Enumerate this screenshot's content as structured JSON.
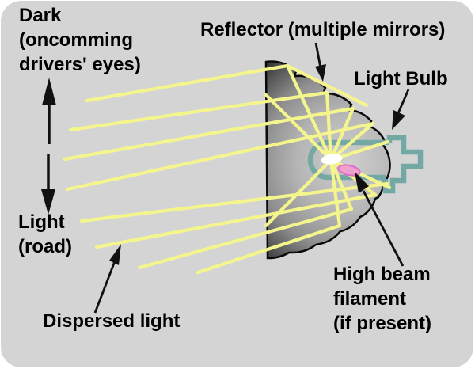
{
  "title": "Headlight reflector diagram",
  "labels": {
    "dark": {
      "lines": [
        "Dark",
        "(oncomming",
        "drivers' eyes)"
      ]
    },
    "reflector": {
      "text": "Reflector (multiple mirrors)"
    },
    "light_bulb": {
      "text": "Light Bulb"
    },
    "light_road": {
      "lines": [
        "Light",
        "(road)"
      ]
    },
    "dispersed": {
      "text": "Dispersed light"
    },
    "high_beam": {
      "lines": [
        "High beam",
        "filament",
        "(if present)"
      ]
    }
  },
  "colors": {
    "page_background": "#ffffff",
    "canvas_background": "#d4d4d4",
    "ray_yellow": "#f5f58e",
    "bulb_teal": "#74a8a4",
    "filament_white": "#ffffff",
    "filament_pink": "#ee93d6",
    "filament_pink_stroke": "#e26cc6",
    "reflector_gradient": [
      "#cfcfcf",
      "#b5b5b5",
      "#8f8f8f",
      "#4f4f4f",
      "#0a0a0a"
    ],
    "outline_black": "#0a0a0a",
    "text_black": "#000000"
  },
  "rays": {
    "output": [
      [
        110,
        127,
        363,
        83
      ],
      [
        89,
        164,
        413,
        117
      ],
      [
        82,
        201,
        446,
        137
      ],
      [
        85,
        239,
        471,
        156
      ],
      [
        103,
        279,
        489,
        232
      ],
      [
        122,
        312,
        474,
        246
      ],
      [
        176,
        338,
        444,
        264
      ],
      [
        250,
        344,
        429,
        285
      ]
    ],
    "inner": [
      [
        418,
        202,
        363,
        83
      ],
      [
        418,
        202,
        413,
        117
      ],
      [
        418,
        202,
        446,
        137
      ],
      [
        418,
        202,
        471,
        156
      ],
      [
        418,
        202,
        490,
        179
      ],
      [
        418,
        202,
        492,
        237
      ],
      [
        418,
        202,
        474,
        246
      ],
      [
        418,
        202,
        444,
        264
      ],
      [
        418,
        202,
        429,
        285
      ],
      [
        418,
        202,
        336,
        120
      ],
      [
        418,
        202,
        336,
        285
      ]
    ],
    "facet": [
      [
        363,
        83,
        463,
        133
      ]
    ]
  }
}
